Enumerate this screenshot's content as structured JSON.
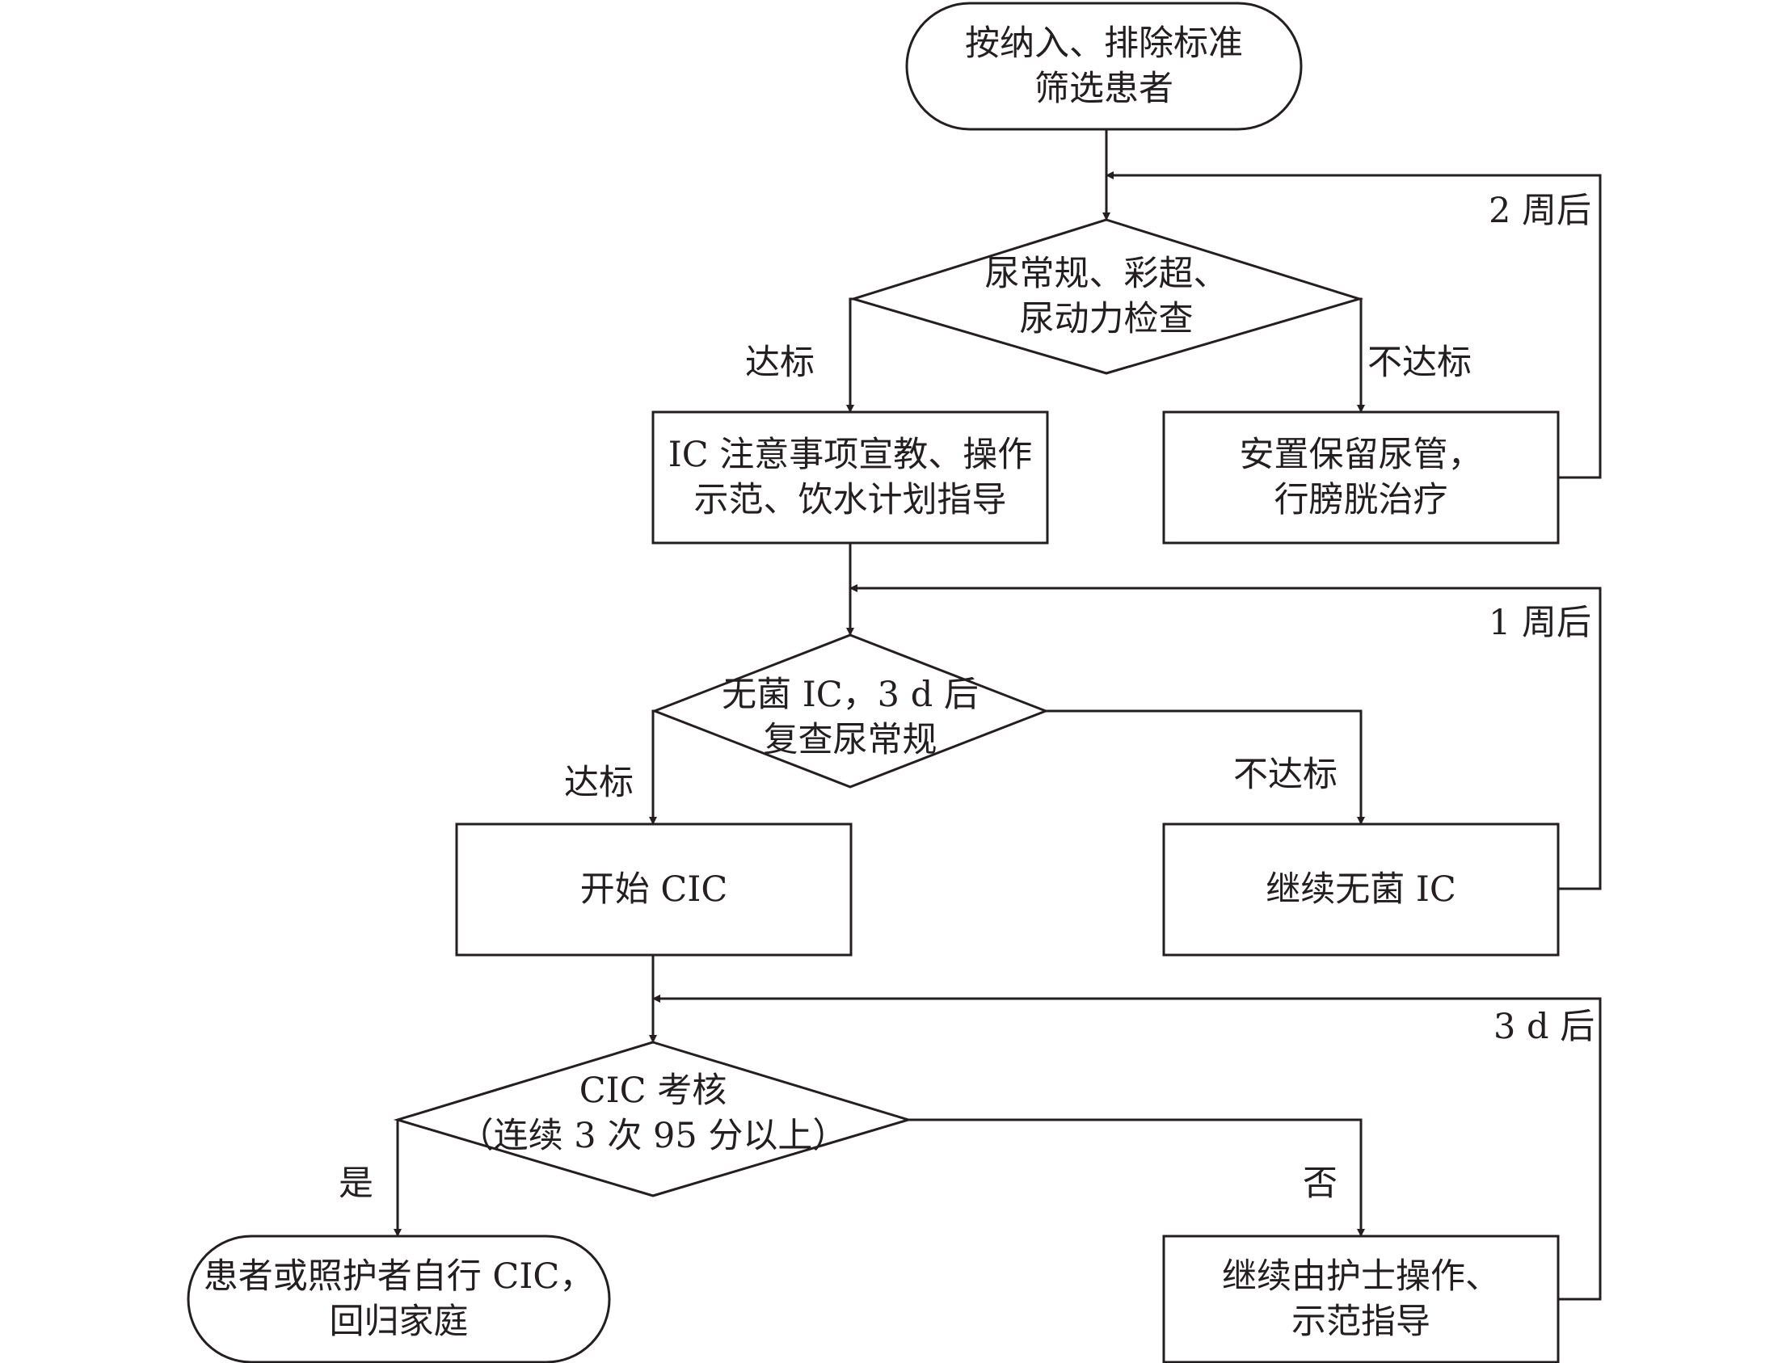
{
  "nodes": {
    "screen": {
      "line1": "按纳入、排除标准",
      "line2": "筛选患者"
    },
    "exam": {
      "line1": "尿常规、彩超、",
      "line2": "尿动力检查"
    },
    "education": {
      "line1": "IC 注意事项宣教、操作",
      "line2": "示范、饮水计划指导"
    },
    "catheter": {
      "line1": "安置保留尿管，",
      "line2": "行膀胱治疗"
    },
    "sterile_check": {
      "line1": "无菌 IC，3 d 后",
      "line2": "复查尿常规"
    },
    "start_cic": {
      "text": "开始 CIC"
    },
    "continue_sterile": {
      "text": "继续无菌 IC"
    },
    "assessment": {
      "line1": "CIC 考核",
      "line2": "（连续 3 次 95 分以上）"
    },
    "self_cic": {
      "line1": "患者或照护者自行 CIC，",
      "line2": "回归家庭"
    },
    "nurse_continue": {
      "line1": "继续由护士操作、",
      "line2": "示范指导"
    }
  },
  "edge_labels": {
    "pass_1": "达标",
    "fail_1": "不达标",
    "loop_1": "2 周后",
    "pass_2": "达标",
    "fail_2": "不达标",
    "loop_2": "1 周后",
    "yes": "是",
    "no": "否",
    "loop_3": "3 d 后"
  }
}
